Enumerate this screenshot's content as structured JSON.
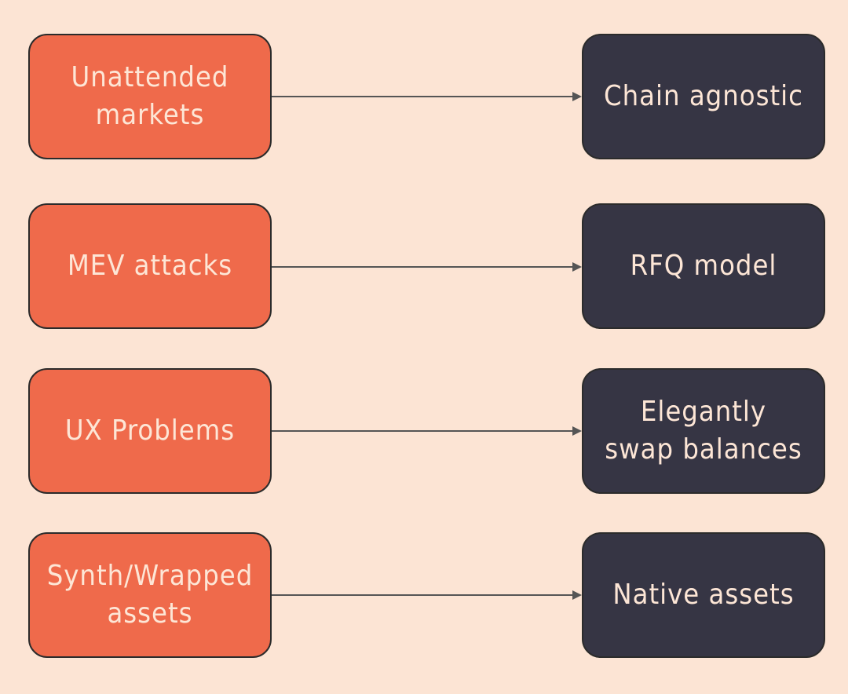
{
  "diagram": {
    "colors": {
      "background": "#fce4d4",
      "problem_fill": "#ef6a4b",
      "solution_fill": "#363544",
      "text": "#fde6d6",
      "arrow": "#555555"
    },
    "rows": [
      {
        "problem": "Unattended\nmarkets",
        "solution": "Chain agnostic"
      },
      {
        "problem": "MEV attacks",
        "solution": "RFQ model"
      },
      {
        "problem": "UX Problems",
        "solution": "Elegantly\nswap balances"
      },
      {
        "problem": "Synth/Wrapped\nassets",
        "solution": "Native assets"
      }
    ]
  }
}
